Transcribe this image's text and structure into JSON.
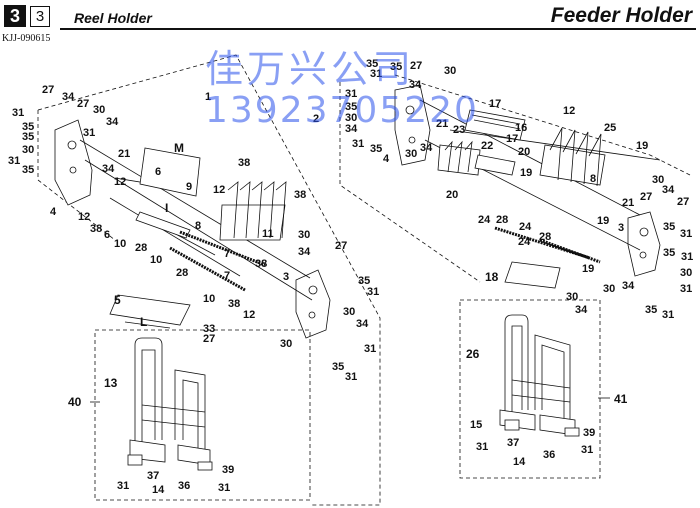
{
  "header": {
    "section_number": "3",
    "sub_number": "3",
    "left_title": "Reel Holder",
    "right_title": "Feeder Holder",
    "drawing_code": "KJJ-090615"
  },
  "watermark": {
    "company": "佳万兴公司",
    "phone": "13923705220"
  },
  "callouts": {
    "c1": "27",
    "c2": "34",
    "c3": "27",
    "c4": "31",
    "c5": "35",
    "c6": "30",
    "c7": "34",
    "c8": "31",
    "c9": "35",
    "c10": "31",
    "c11": "35",
    "c12": "30",
    "c13": "12",
    "c14": "34",
    "c15": "4",
    "c16": "21",
    "c17": "1",
    "c18": "M",
    "c19": "6",
    "c20": "9",
    "c21": "38",
    "c22": "12",
    "c23": "I",
    "c24": "12",
    "c25": "38",
    "c26": "6",
    "c27": "10",
    "c28": "8",
    "c29": "38",
    "c30": "11",
    "c31": "10",
    "c32": "28",
    "c33": "7",
    "c34": "7",
    "c35": "28",
    "c36": "10",
    "c37": "38",
    "c38": "38",
    "c39": "12",
    "c40": "3",
    "c41": "30",
    "c42": "34",
    "c43": "27",
    "c44": "35",
    "c45": "31",
    "c46": "5",
    "c47": "L",
    "c48": "33",
    "c49": "27",
    "c50": "30",
    "c51": "34",
    "c52": "31",
    "c53": "35",
    "c54": "31",
    "c55": "30",
    "c56": "40",
    "c57": "13",
    "c58": "37",
    "c59": "14",
    "c60": "36",
    "c61": "39",
    "c62": "31",
    "c63": "31",
    "c64": "2",
    "c65": "31",
    "c66": "35",
    "c67": "27",
    "c68": "30",
    "c69": "31",
    "c70": "35",
    "c71": "30",
    "c72": "34",
    "c73": "31",
    "c74": "35",
    "c75": "4",
    "c76": "30",
    "c77": "34",
    "c78": "17",
    "c79": "16",
    "c80": "17",
    "c81": "21",
    "c82": "23",
    "c83": "22",
    "c84": "20",
    "c85": "20",
    "c86": "12",
    "c87": "25",
    "c88": "19",
    "c89": "8",
    "c90": "19",
    "c91": "27",
    "c92": "30",
    "c93": "34",
    "c94": "21",
    "c95": "27",
    "c96": "35",
    "c97": "31",
    "c98": "24",
    "c99": "28",
    "c100": "24",
    "c101": "28",
    "c102": "19",
    "c103": "24",
    "c104": "3",
    "c105": "19",
    "c106": "30",
    "c107": "34",
    "c108": "35",
    "c109": "31",
    "c110": "31",
    "c111": "30",
    "c112": "18",
    "c113": "30",
    "c114": "34",
    "c115": "26",
    "c116": "41",
    "c117": "15",
    "c118": "37",
    "c119": "31",
    "c120": "14",
    "c121": "36",
    "c122": "39",
    "c123": "31",
    "c124": "35",
    "c125": "31",
    "c126": "34",
    "c127": "35"
  }
}
